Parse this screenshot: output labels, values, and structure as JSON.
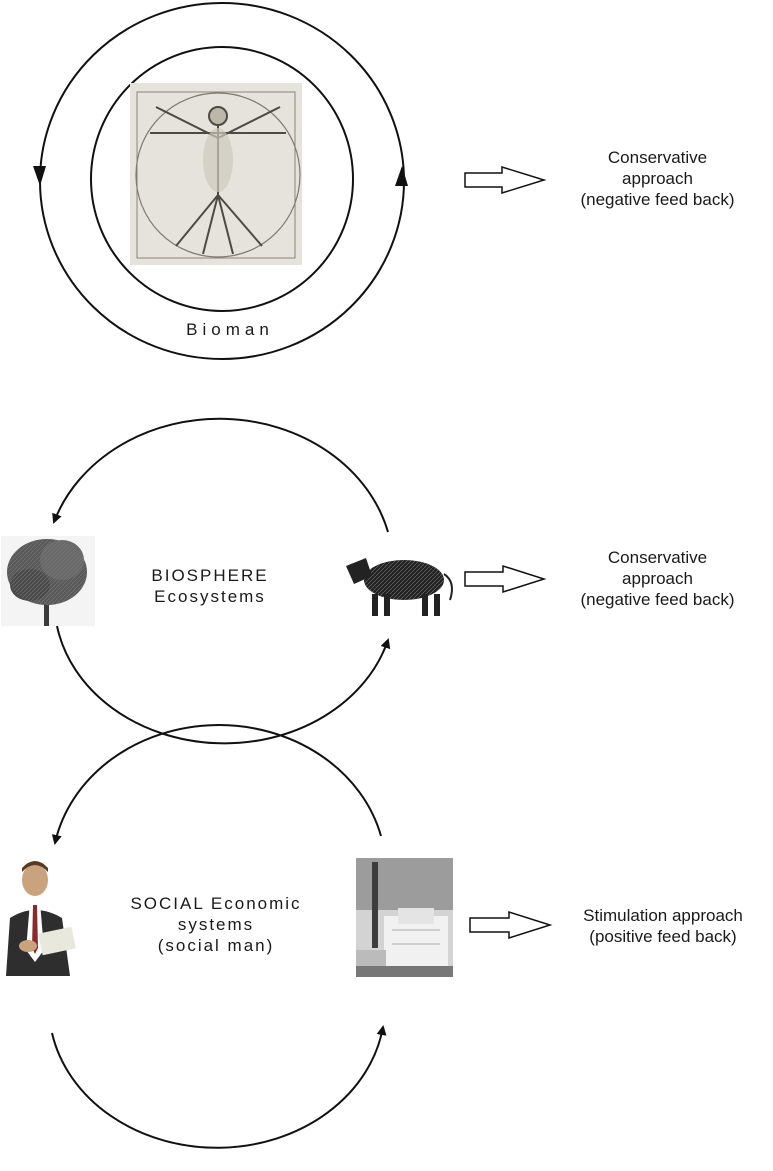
{
  "panels": [
    {
      "cycle_label": "Bioman",
      "side_text": [
        "Conservative",
        "approach",
        "(negative feed back)"
      ]
    },
    {
      "cycle_label_lines": [
        "BIOSPHERE",
        "Ecosystems"
      ],
      "side_text": [
        "Conservative",
        "approach",
        "(negative feed back)"
      ]
    },
    {
      "cycle_label_lines": [
        "SOCIAL Economic",
        "systems",
        "(social man)"
      ],
      "side_text": [
        "Stimulation approach",
        "(positive feed back)"
      ]
    }
  ],
  "icons": [
    "vitruvian-man-image",
    "tree-image",
    "cow-image",
    "businessman-image",
    "factory-image"
  ]
}
